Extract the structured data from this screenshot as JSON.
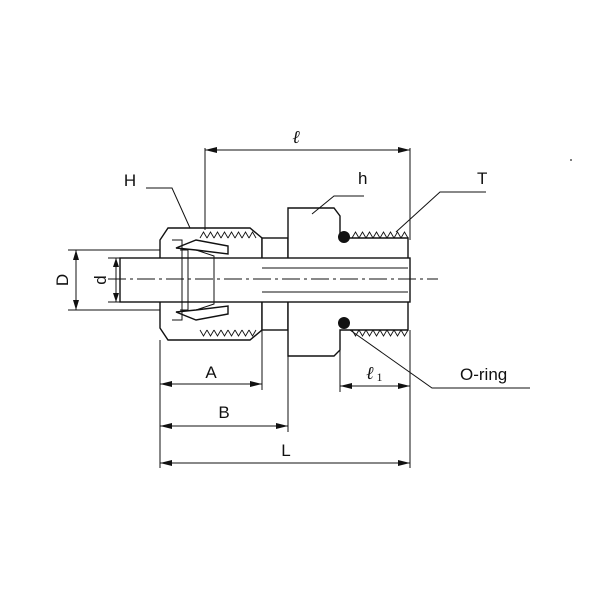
{
  "labels": {
    "ell": "ℓ",
    "h_upper": "H",
    "h_lower": "h",
    "t": "T",
    "d_upper": "D",
    "d_lower": "d",
    "a": "A",
    "b": "B",
    "l_upper": "L",
    "ell1_main": "ℓ",
    "ell1_sub": "1",
    "oring": "O-ring"
  }
}
